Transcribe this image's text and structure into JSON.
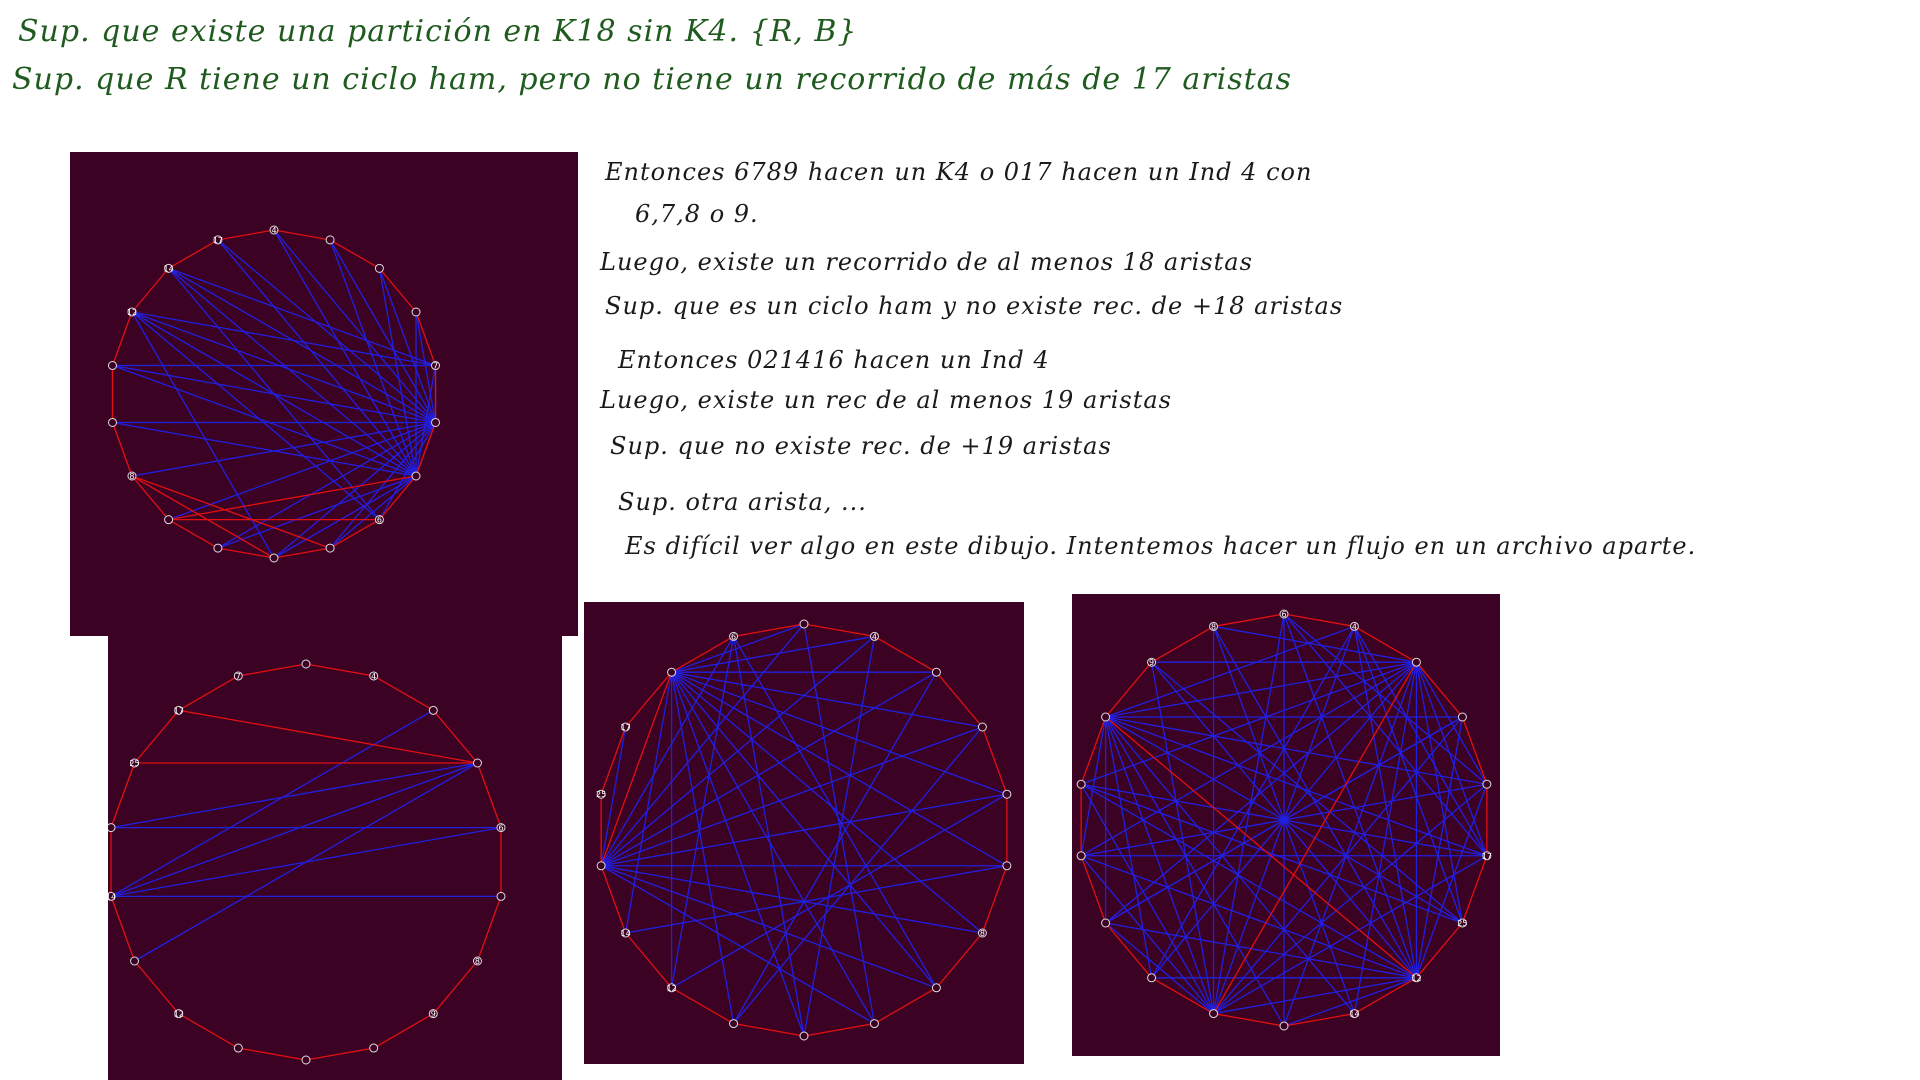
{
  "notes_top": [
    "Sup. que existe una partición en K18 sin K4. {R, B}",
    "Sup. que R tiene un ciclo ham, pero no tiene un recorrido de más de 17 aristas"
  ],
  "notes_right": [
    "Entonces 6789 hacen un K4 o 017 hacen un Ind 4 con",
    "6,7,8 o 9.",
    "Luego, existe un recorrido de al menos 18 aristas",
    "Sup. que es un ciclo ham y no existe rec. de +18 aristas",
    "Entonces 021416 hacen un Ind 4",
    "Luego, existe un rec de al menos 19 aristas",
    "Sup. que no existe rec. de +19 aristas",
    "Sup. otra arista, ...",
    "Es difícil ver algo en este dibujo. Intentemos hacer un flujo en un archivo aparte."
  ],
  "colors": {
    "panel_bg": "#3c0224",
    "red_edge": "#e01010",
    "blue_edge": "#2020e0",
    "vertex": "#3c0224",
    "vertex_stroke": "#dddddd",
    "label": "#ffffff"
  },
  "graphs": [
    {
      "name": "graph-1",
      "labels": {
        "0": "4",
        "12": "8",
        "15": "12",
        "16": "14",
        "17": "17",
        "4": "7",
        "7": "6"
      },
      "red": [
        [
          0,
          1
        ],
        [
          1,
          2
        ],
        [
          2,
          3
        ],
        [
          3,
          4
        ],
        [
          4,
          5
        ],
        [
          5,
          6
        ],
        [
          6,
          7
        ],
        [
          7,
          8
        ],
        [
          8,
          9
        ],
        [
          9,
          10
        ],
        [
          10,
          11
        ],
        [
          11,
          12
        ],
        [
          12,
          13
        ],
        [
          13,
          14
        ],
        [
          14,
          15
        ],
        [
          15,
          16
        ],
        [
          16,
          17
        ],
        [
          17,
          0
        ],
        [
          12,
          9
        ],
        [
          12,
          8
        ],
        [
          11,
          6
        ],
        [
          11,
          7
        ]
      ],
      "blue": [
        [
          5,
          0
        ],
        [
          5,
          1
        ],
        [
          5,
          2
        ],
        [
          5,
          3
        ],
        [
          5,
          4
        ],
        [
          5,
          6
        ],
        [
          5,
          7
        ],
        [
          5,
          8
        ],
        [
          5,
          9
        ],
        [
          5,
          10
        ],
        [
          5,
          11
        ],
        [
          5,
          12
        ],
        [
          5,
          13
        ],
        [
          5,
          14
        ],
        [
          5,
          15
        ],
        [
          5,
          16
        ],
        [
          5,
          17
        ],
        [
          6,
          0
        ],
        [
          6,
          1
        ],
        [
          6,
          2
        ],
        [
          6,
          3
        ],
        [
          6,
          4
        ],
        [
          6,
          8
        ],
        [
          6,
          9
        ],
        [
          6,
          10
        ],
        [
          6,
          13
        ],
        [
          6,
          14
        ],
        [
          6,
          15
        ],
        [
          6,
          16
        ],
        [
          6,
          17
        ],
        [
          4,
          15
        ],
        [
          4,
          16
        ],
        [
          4,
          14
        ],
        [
          7,
          16
        ],
        [
          7,
          15
        ],
        [
          9,
          15
        ]
      ]
    },
    {
      "name": "graph-2",
      "labels": {
        "1": "4",
        "4": "6",
        "6": "8",
        "7": "9",
        "11": "12",
        "13": "14",
        "15": "25",
        "16": "17",
        "17": "7"
      },
      "red": [
        [
          0,
          1
        ],
        [
          1,
          2
        ],
        [
          2,
          3
        ],
        [
          3,
          4
        ],
        [
          4,
          5
        ],
        [
          5,
          6
        ],
        [
          6,
          7
        ],
        [
          7,
          8
        ],
        [
          8,
          9
        ],
        [
          9,
          10
        ],
        [
          10,
          11
        ],
        [
          11,
          12
        ],
        [
          12,
          13
        ],
        [
          13,
          14
        ],
        [
          14,
          15
        ],
        [
          15,
          16
        ],
        [
          16,
          17
        ],
        [
          17,
          0
        ],
        [
          3,
          15
        ],
        [
          3,
          16
        ]
      ],
      "blue": [
        [
          3,
          13
        ],
        [
          3,
          14
        ],
        [
          4,
          13
        ],
        [
          4,
          14
        ],
        [
          5,
          13
        ],
        [
          2,
          13
        ],
        [
          3,
          12
        ]
      ]
    },
    {
      "name": "graph-3",
      "labels": {
        "1": "4",
        "17": "6",
        "6": "8",
        "11": "12",
        "12": "14",
        "14": "25",
        "15": "17"
      },
      "red": [
        [
          0,
          1
        ],
        [
          1,
          2
        ],
        [
          2,
          3
        ],
        [
          3,
          4
        ],
        [
          4,
          5
        ],
        [
          5,
          6
        ],
        [
          6,
          7
        ],
        [
          7,
          8
        ],
        [
          8,
          9
        ],
        [
          9,
          10
        ],
        [
          10,
          11
        ],
        [
          11,
          12
        ],
        [
          12,
          13
        ],
        [
          13,
          14
        ],
        [
          14,
          15
        ],
        [
          15,
          16
        ],
        [
          16,
          17
        ],
        [
          17,
          0
        ],
        [
          16,
          13
        ]
      ],
      "blue": [
        [
          16,
          0
        ],
        [
          16,
          1
        ],
        [
          16,
          2
        ],
        [
          16,
          3
        ],
        [
          16,
          4
        ],
        [
          16,
          5
        ],
        [
          16,
          6
        ],
        [
          16,
          7
        ],
        [
          16,
          8
        ],
        [
          16,
          9
        ],
        [
          16,
          10
        ],
        [
          16,
          11
        ],
        [
          16,
          12
        ],
        [
          13,
          0
        ],
        [
          13,
          1
        ],
        [
          13,
          2
        ],
        [
          13,
          3
        ],
        [
          13,
          4
        ],
        [
          13,
          5
        ],
        [
          13,
          6
        ],
        [
          13,
          7
        ],
        [
          13,
          8
        ],
        [
          13,
          17
        ],
        [
          13,
          15
        ],
        [
          0,
          8
        ],
        [
          1,
          9
        ],
        [
          2,
          10
        ],
        [
          3,
          10
        ],
        [
          4,
          11
        ],
        [
          5,
          12
        ],
        [
          17,
          7
        ],
        [
          17,
          9
        ],
        [
          17,
          11
        ]
      ]
    },
    {
      "name": "graph-4",
      "labels": {
        "1": "4",
        "0": "6",
        "17": "8",
        "7": "12",
        "8": "14",
        "5": "17",
        "6": "25",
        "16": "9"
      },
      "red": [
        [
          0,
          1
        ],
        [
          1,
          2
        ],
        [
          2,
          3
        ],
        [
          3,
          4
        ],
        [
          4,
          5
        ],
        [
          5,
          6
        ],
        [
          6,
          7
        ],
        [
          7,
          8
        ],
        [
          8,
          9
        ],
        [
          9,
          10
        ],
        [
          10,
          11
        ],
        [
          11,
          12
        ],
        [
          12,
          13
        ],
        [
          13,
          14
        ],
        [
          14,
          15
        ],
        [
          15,
          16
        ],
        [
          16,
          17
        ],
        [
          17,
          0
        ],
        [
          15,
          7
        ],
        [
          2,
          10
        ]
      ],
      "blue": [
        [
          15,
          1
        ],
        [
          15,
          2
        ],
        [
          15,
          3
        ],
        [
          15,
          4
        ],
        [
          15,
          5
        ],
        [
          15,
          6
        ],
        [
          15,
          8
        ],
        [
          15,
          9
        ],
        [
          15,
          10
        ],
        [
          15,
          11
        ],
        [
          15,
          12
        ],
        [
          15,
          13
        ],
        [
          2,
          4
        ],
        [
          2,
          5
        ],
        [
          2,
          6
        ],
        [
          2,
          7
        ],
        [
          2,
          8
        ],
        [
          2,
          9
        ],
        [
          2,
          11
        ],
        [
          2,
          12
        ],
        [
          2,
          13
        ],
        [
          2,
          14
        ],
        [
          2,
          16
        ],
        [
          2,
          17
        ],
        [
          7,
          0
        ],
        [
          7,
          1
        ],
        [
          7,
          3
        ],
        [
          7,
          4
        ],
        [
          7,
          9
        ],
        [
          7,
          10
        ],
        [
          7,
          11
        ],
        [
          7,
          12
        ],
        [
          7,
          13
        ],
        [
          7,
          14
        ],
        [
          7,
          16
        ],
        [
          7,
          17
        ],
        [
          10,
          0
        ],
        [
          10,
          1
        ],
        [
          10,
          3
        ],
        [
          10,
          4
        ],
        [
          10,
          5
        ],
        [
          10,
          12
        ],
        [
          10,
          13
        ],
        [
          10,
          14
        ],
        [
          10,
          16
        ],
        [
          10,
          17
        ],
        [
          0,
          4
        ],
        [
          0,
          5
        ],
        [
          1,
          5
        ],
        [
          1,
          6
        ],
        [
          3,
          12
        ],
        [
          4,
          13
        ],
        [
          5,
          14
        ],
        [
          6,
          16
        ],
        [
          8,
          17
        ],
        [
          9,
          0
        ],
        [
          11,
          1
        ],
        [
          12,
          3
        ],
        [
          13,
          5
        ],
        [
          14,
          6
        ]
      ]
    }
  ]
}
